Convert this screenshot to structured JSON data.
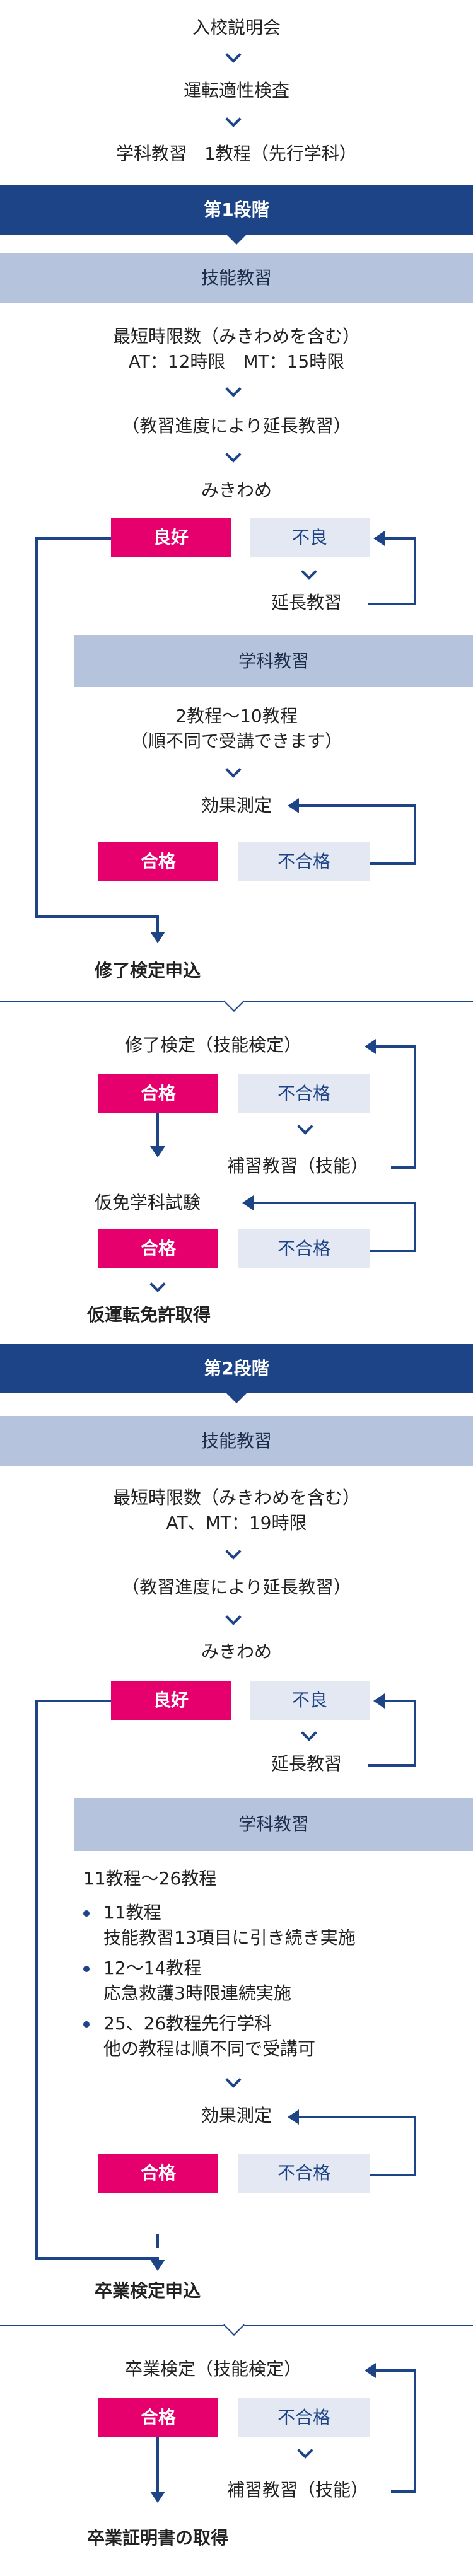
{
  "top": {
    "step1": "入校説明会",
    "step2": "運転適性検査",
    "step3": "学科教習　1教程（先行学科）"
  },
  "stage1": {
    "title": "第1段階",
    "skill_section": "技能教習",
    "min_hours_line1": "最短時限数（みきわめを含む）",
    "min_hours_line2": "AT：12時限　MT：15時限",
    "extension_note": "（教習進度により延長教習）",
    "mikiwame": "みきわめ",
    "good": "良好",
    "bad": "不良",
    "extension_training": "延長教習",
    "academic_section": "学科教習",
    "academic_range": "2教程〜10教程",
    "academic_order": "（順不同で受講できます）",
    "effect_test": "効果測定",
    "pass": "合格",
    "fail": "不合格",
    "apply_completion": "修了検定申込",
    "completion_exam": "修了検定（技能検定）",
    "completion_pass": "合格",
    "completion_fail": "不合格",
    "supplementary": "補習教習（技能）",
    "provisional_exam": "仮免学科試験",
    "provisional_pass": "合格",
    "provisional_fail": "不合格",
    "provisional_license": "仮運転免許取得"
  },
  "stage2": {
    "title": "第2段階",
    "skill_section": "技能教習",
    "min_hours_line1": "最短時限数（みきわめを含む）",
    "min_hours_line2": "AT、MT：19時限",
    "extension_note": "（教習進度により延長教習）",
    "mikiwame": "みきわめ",
    "good": "良好",
    "bad": "不良",
    "extension_training": "延長教習",
    "academic_section": "学科教習",
    "academic_range": "11教程〜26教程",
    "items": [
      {
        "line1": "11教程",
        "line2": "技能教習13項目に引き続き実施"
      },
      {
        "line1": "12〜14教程",
        "line2": "応急救護3時限連続実施"
      },
      {
        "line1": "25、26教程先行学科",
        "line2": "他の教程は順不同で受講可"
      }
    ],
    "effect_test": "効果測定",
    "pass": "合格",
    "fail": "不合格",
    "apply_graduation": "卒業検定申込",
    "graduation_exam": "卒業検定（技能検定）",
    "graduation_pass": "合格",
    "graduation_fail": "不合格",
    "supplementary": "補習教習（技能）",
    "certificate": "卒業証明書の取得"
  },
  "colors": {
    "navy": "#1e4488",
    "section_blue": "#b5c3dc",
    "pink": "#e6006e",
    "pale": "#e3e8f3"
  }
}
